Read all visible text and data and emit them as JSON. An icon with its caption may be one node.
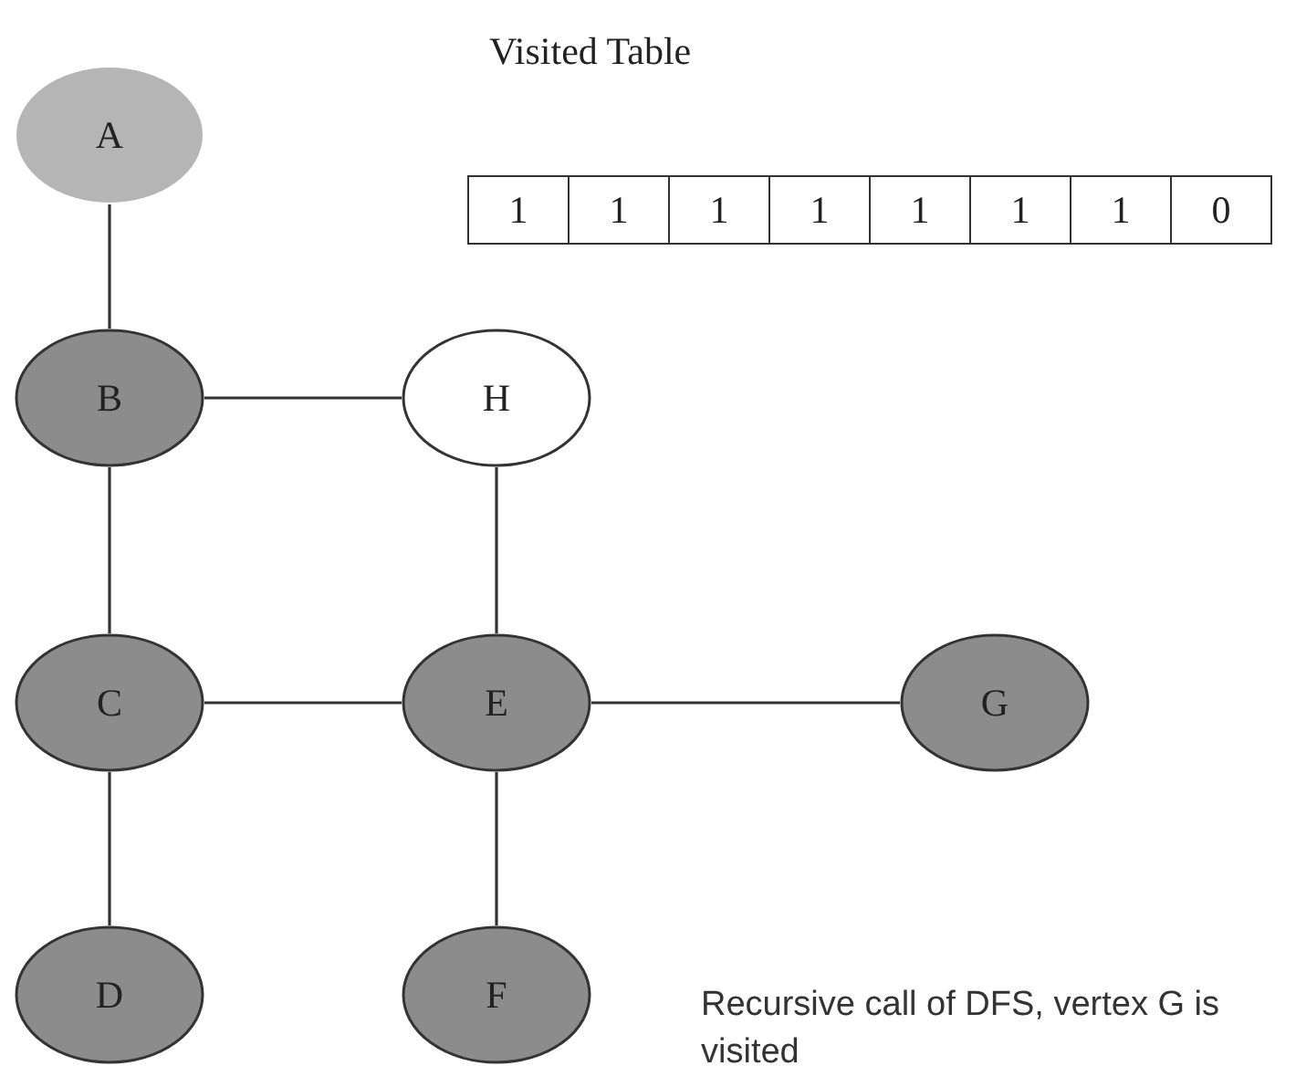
{
  "diagram": {
    "title": "Visited Table",
    "caption": "Recursive call of DFS, vertex G is visited",
    "nodes": [
      {
        "text": [
          "A"
        ]
      },
      {
        "text": [
          "B"
        ]
      },
      {
        "text": [
          "H"
        ]
      },
      {
        "text": [
          "C"
        ]
      },
      {
        "text": [
          "E"
        ]
      },
      {
        "text": [
          "G"
        ]
      },
      {
        "text": [
          "D"
        ]
      },
      {
        "text": [
          "F"
        ]
      }
    ],
    "edges": [
      {
        "from": 0,
        "to": 1,
        "arrow": "none"
      },
      {
        "from": 1,
        "to": 2,
        "arrow": "none"
      },
      {
        "from": 1,
        "to": 3,
        "arrow": "none"
      },
      {
        "from": 2,
        "to": 4,
        "arrow": "none"
      },
      {
        "from": 3,
        "to": 4,
        "arrow": "none"
      },
      {
        "from": 4,
        "to": 5,
        "arrow": "none"
      },
      {
        "from": 3,
        "to": 6,
        "arrow": "none"
      },
      {
        "from": 4,
        "to": 7,
        "arrow": "none"
      }
    ],
    "labels": [
      "1",
      "1",
      "1",
      "1",
      "1",
      "1",
      "1",
      "0"
    ]
  }
}
